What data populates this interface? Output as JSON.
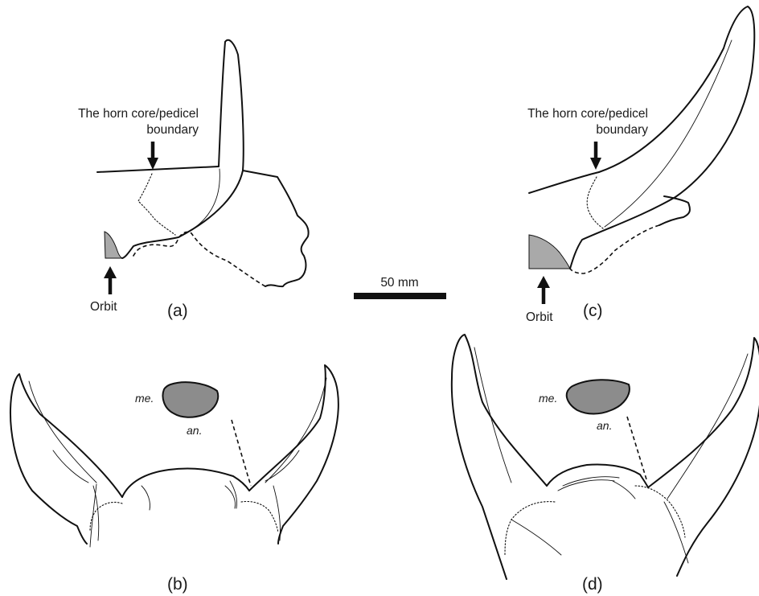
{
  "annotations": {
    "a_boundary_line1": "The horn core/pedicel",
    "a_boundary_line2": "boundary",
    "a_orbit": "Orbit",
    "c_boundary_line1": "The horn core/pedicel",
    "c_boundary_line2": "boundary",
    "c_orbit": "Orbit"
  },
  "panels": {
    "a": "(a)",
    "b": "(b)",
    "c": "(c)",
    "d": "(d)"
  },
  "scale_bar": {
    "label": "50 mm"
  },
  "section_labels": {
    "b_medial": "me.",
    "b_anterior": "an.",
    "d_medial": "me.",
    "d_anterior": "an."
  },
  "colors": {
    "outline": "#111111",
    "orbit_fill": "#a9a9a9",
    "section_fill": "#8c8c8c"
  }
}
